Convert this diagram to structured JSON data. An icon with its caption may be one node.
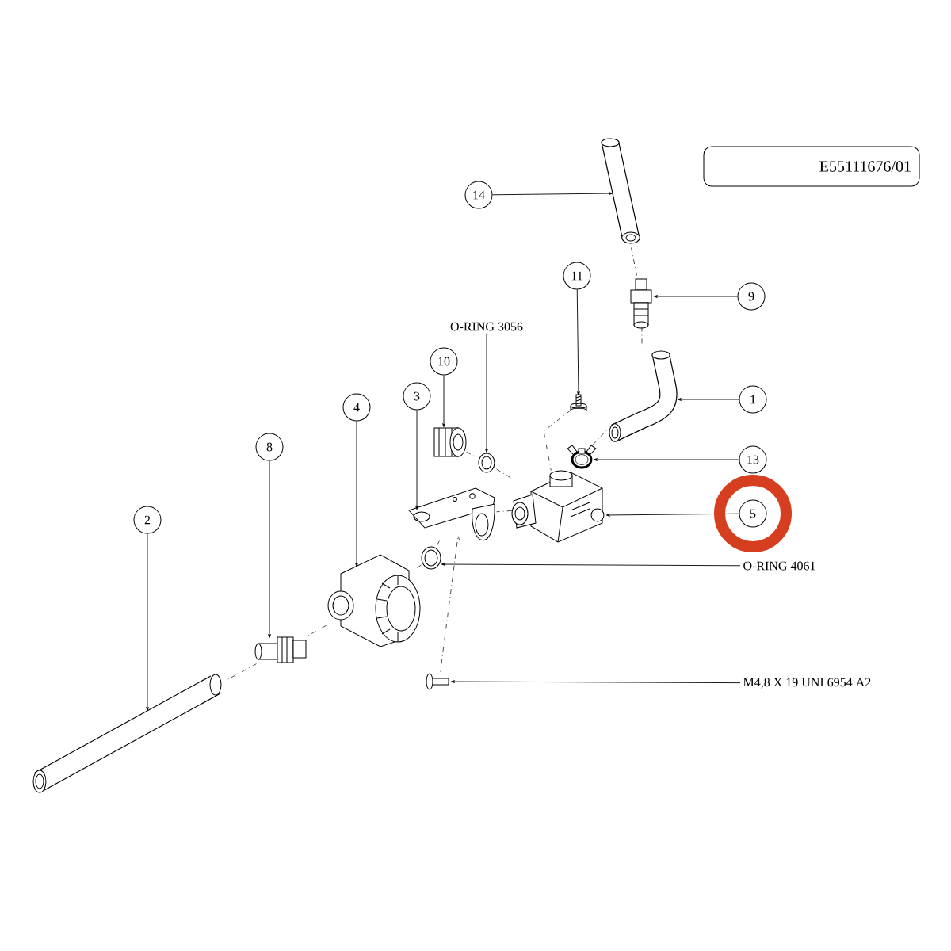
{
  "diagram": {
    "nodes": [
      {
        "text": [
          "E55111676/01"
        ]
      },
      {
        "text": [
          "14"
        ]
      },
      {
        "text": [],
        "shape": "picture"
      },
      {
        "text": [
          "9"
        ]
      },
      {
        "text": [],
        "shape": "picture"
      },
      {
        "text": [
          "11"
        ]
      },
      {
        "text": [
          "O-RING 3056"
        ]
      },
      {
        "text": [
          "10"
        ]
      },
      {
        "text": [
          "1"
        ]
      },
      {
        "text": [],
        "shape": "picture"
      },
      {
        "text": [
          "3"
        ]
      },
      {
        "text": [
          "4"
        ]
      },
      {
        "text": [],
        "shape": "picture"
      },
      {
        "text": [],
        "shape": "picture"
      },
      {
        "text": [],
        "shape": "picture"
      },
      {
        "text": [
          "13"
        ]
      },
      {
        "text": [],
        "shape": "picture"
      },
      {
        "text": [
          "8"
        ]
      },
      {
        "text": [
          "2"
        ]
      },
      {
        "text": [],
        "shape": "picture"
      },
      {
        "text": [
          "5"
        ]
      },
      {
        "text": [],
        "shape": "picture"
      },
      {
        "text": [],
        "shape": "picture"
      },
      {
        "text": [
          "O-RING 4061"
        ]
      },
      {
        "text": [],
        "shape": "picture"
      },
      {
        "text": [],
        "shape": "picture"
      },
      {
        "text": [],
        "shape": "picture"
      },
      {
        "text": [
          "M4,8  X 19  UNI  6954  A2"
        ]
      },
      {
        "text": [],
        "shape": "picture"
      }
    ],
    "edges": [
      {
        "from": 1,
        "to": 2,
        "arrow": "to"
      },
      {
        "from": 3,
        "to": 4,
        "arrow": "to"
      },
      {
        "from": 5,
        "to": 12,
        "arrow": "to"
      },
      {
        "from": 6,
        "to": 14,
        "arrow": "to"
      },
      {
        "from": 7,
        "to": 13,
        "arrow": "to"
      },
      {
        "from": 8,
        "to": 9,
        "arrow": "to"
      },
      {
        "from": 10,
        "to": 19,
        "arrow": "to"
      },
      {
        "from": 11,
        "to": 24,
        "arrow": "to"
      },
      {
        "from": 15,
        "to": 16,
        "arrow": "to"
      },
      {
        "from": 17,
        "to": 25,
        "arrow": "to"
      },
      {
        "from": 18,
        "to": 28,
        "arrow": "to"
      },
      {
        "from": 20,
        "to": 21,
        "arrow": "to"
      },
      {
        "from": 23,
        "to": 22,
        "arrow": "to"
      },
      {
        "from": 27,
        "to": 26,
        "arrow": "to"
      },
      {
        "from": 2,
        "to": 4,
        "arrow": "none",
        "style": "dashed"
      },
      {
        "from": 4,
        "to": 9,
        "arrow": "none",
        "style": "dashed"
      },
      {
        "from": 16,
        "to": 9,
        "arrow": "none",
        "style": "dashed"
      },
      {
        "from": 13,
        "to": 14,
        "arrow": "none",
        "style": "dashed"
      },
      {
        "from": 14,
        "to": 21,
        "arrow": "none",
        "style": "dashed"
      },
      {
        "from": 12,
        "to": 21,
        "arrow": "none",
        "style": "dashed"
      },
      {
        "from": 21,
        "to": 19,
        "arrow": "none",
        "style": "dashed"
      },
      {
        "from": 19,
        "to": 22,
        "arrow": "none",
        "style": "dashed"
      },
      {
        "from": 22,
        "to": 24,
        "arrow": "none",
        "style": "dashed"
      },
      {
        "from": 24,
        "to": 25,
        "arrow": "none",
        "style": "dashed"
      },
      {
        "from": 25,
        "to": 28,
        "arrow": "none",
        "style": "dashed"
      },
      {
        "from": 19,
        "to": 26,
        "arrow": "none",
        "style": "dashed"
      }
    ]
  }
}
